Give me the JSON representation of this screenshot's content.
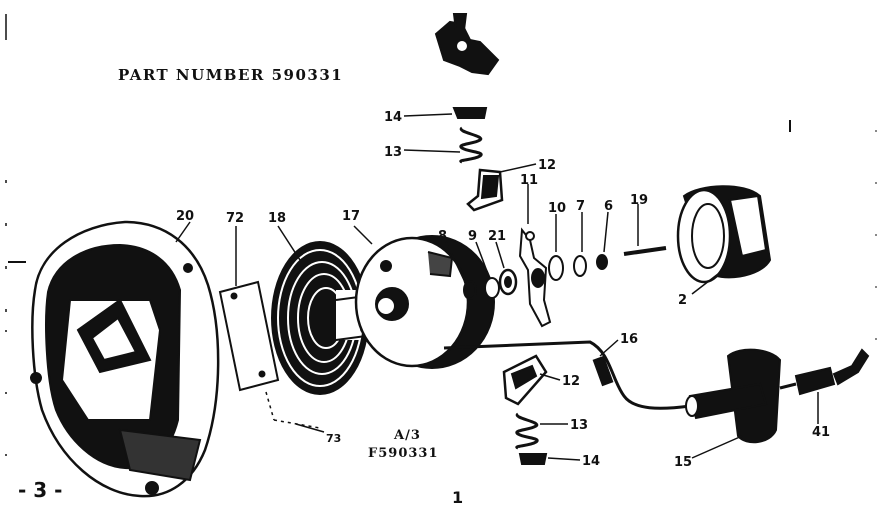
{
  "header": {
    "part_number": "PART NUMBER 590331"
  },
  "diagram_codes": {
    "line1": "A/3",
    "line2": "F590331"
  },
  "footer": {
    "page_number": "- 3 -",
    "mark": "1"
  },
  "callouts": {
    "c20": "20",
    "c72": "72",
    "c18": "18",
    "c17": "17",
    "c8": "8",
    "c9": "9",
    "c21": "21",
    "c11": "11",
    "c10": "10",
    "c7": "7",
    "c6": "6",
    "c19": "19",
    "c2": "2",
    "c14a": "14",
    "c13a": "13",
    "c12a": "12",
    "c16": "16",
    "c12b": "12",
    "c13b": "13",
    "c14b": "14",
    "c15": "15",
    "c41": "41",
    "c73": "73"
  }
}
